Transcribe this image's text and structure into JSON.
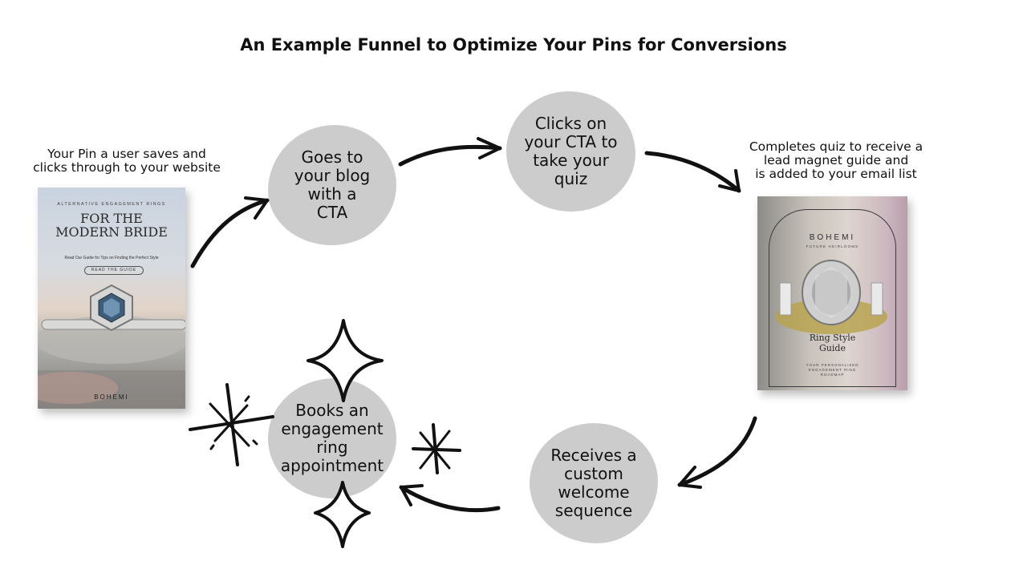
{
  "title": "An Example Funnel to Optimize Your Pins for Conversions",
  "captions": {
    "pin_line1": "Your Pin a user saves and",
    "pin_line2": "clicks through to your website",
    "quiz_line1": "Completes quiz to receive a",
    "quiz_line2": "lead magnet guide and",
    "quiz_line3": "is added to your email list"
  },
  "steps": {
    "blog": [
      "Goes to",
      "your blog",
      "with a",
      "CTA"
    ],
    "cta": [
      "Clicks on",
      "your CTA to",
      "take your",
      "quiz"
    ],
    "welcome": [
      "Receives a",
      "custom",
      "welcome",
      "sequence"
    ],
    "book": [
      "Books an",
      "engagement",
      "ring",
      "appointment"
    ]
  },
  "pin_card": {
    "kicker": "ALTERNATIVE ENGAGEMENT RINGS",
    "head1": "FOR THE",
    "head2": "MODERN BRIDE",
    "subline": "Read Our Guide for Tips on Finding the Perfect Style",
    "button": "READ THE GUIDE",
    "brand": "BOHEMI"
  },
  "guide_card": {
    "brand": "BOHEMI",
    "kicker": "FUTURE HEIRLOOMS",
    "title1": "Ring Style",
    "title2": "Guide",
    "foot1": "YOUR PERSONALIZED",
    "foot2": "ENGAGEMENT RING",
    "foot3": "ROADMAP"
  },
  "colors": {
    "blob": "#cccccc",
    "ink": "#111111"
  }
}
